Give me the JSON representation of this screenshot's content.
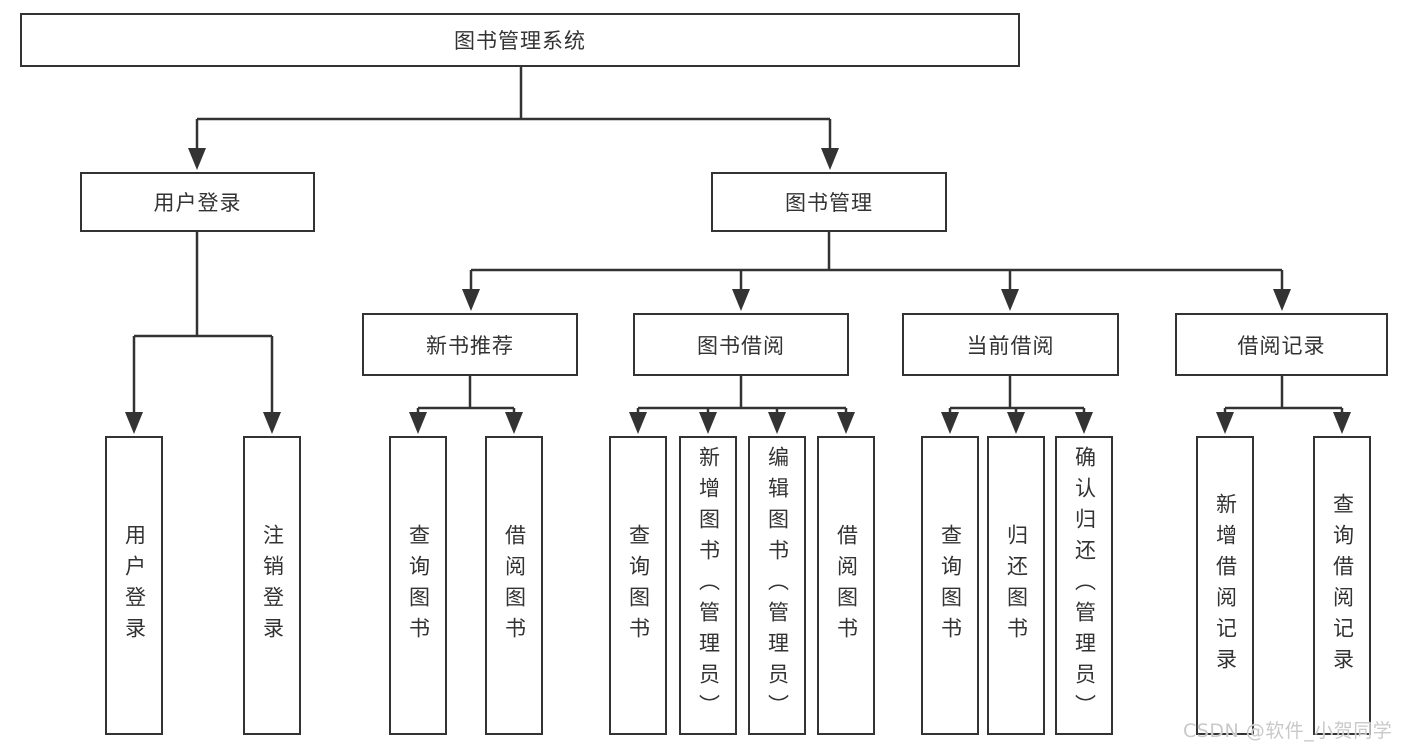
{
  "colors": {
    "line": "#333333",
    "border": "#333333",
    "text": "#333333",
    "background": "#ffffff",
    "watermark": "#c9c9c9"
  },
  "watermark": {
    "text": "CSDN @软件_小贺同学"
  },
  "tree": {
    "root": {
      "label": "图书管理系统",
      "children": [
        {
          "label": "用户登录",
          "children": [
            {
              "label": "用户登录"
            },
            {
              "label": "注销登录"
            }
          ]
        },
        {
          "label": "图书管理",
          "children": [
            {
              "label": "新书推荐",
              "children": [
                {
                  "label": "查询图书"
                },
                {
                  "label": "借阅图书"
                }
              ]
            },
            {
              "label": "图书借阅",
              "children": [
                {
                  "label": "查询图书"
                },
                {
                  "label": "新增图书（管理员）"
                },
                {
                  "label": "编辑图书（管理员）"
                },
                {
                  "label": "借阅图书"
                }
              ]
            },
            {
              "label": "当前借阅",
              "children": [
                {
                  "label": "查询图书"
                },
                {
                  "label": "归还图书"
                },
                {
                  "label": "确认归还（管理员）"
                }
              ]
            },
            {
              "label": "借阅记录",
              "children": [
                {
                  "label": "新增借阅记录"
                },
                {
                  "label": "查询借阅记录"
                }
              ]
            }
          ]
        }
      ]
    }
  }
}
